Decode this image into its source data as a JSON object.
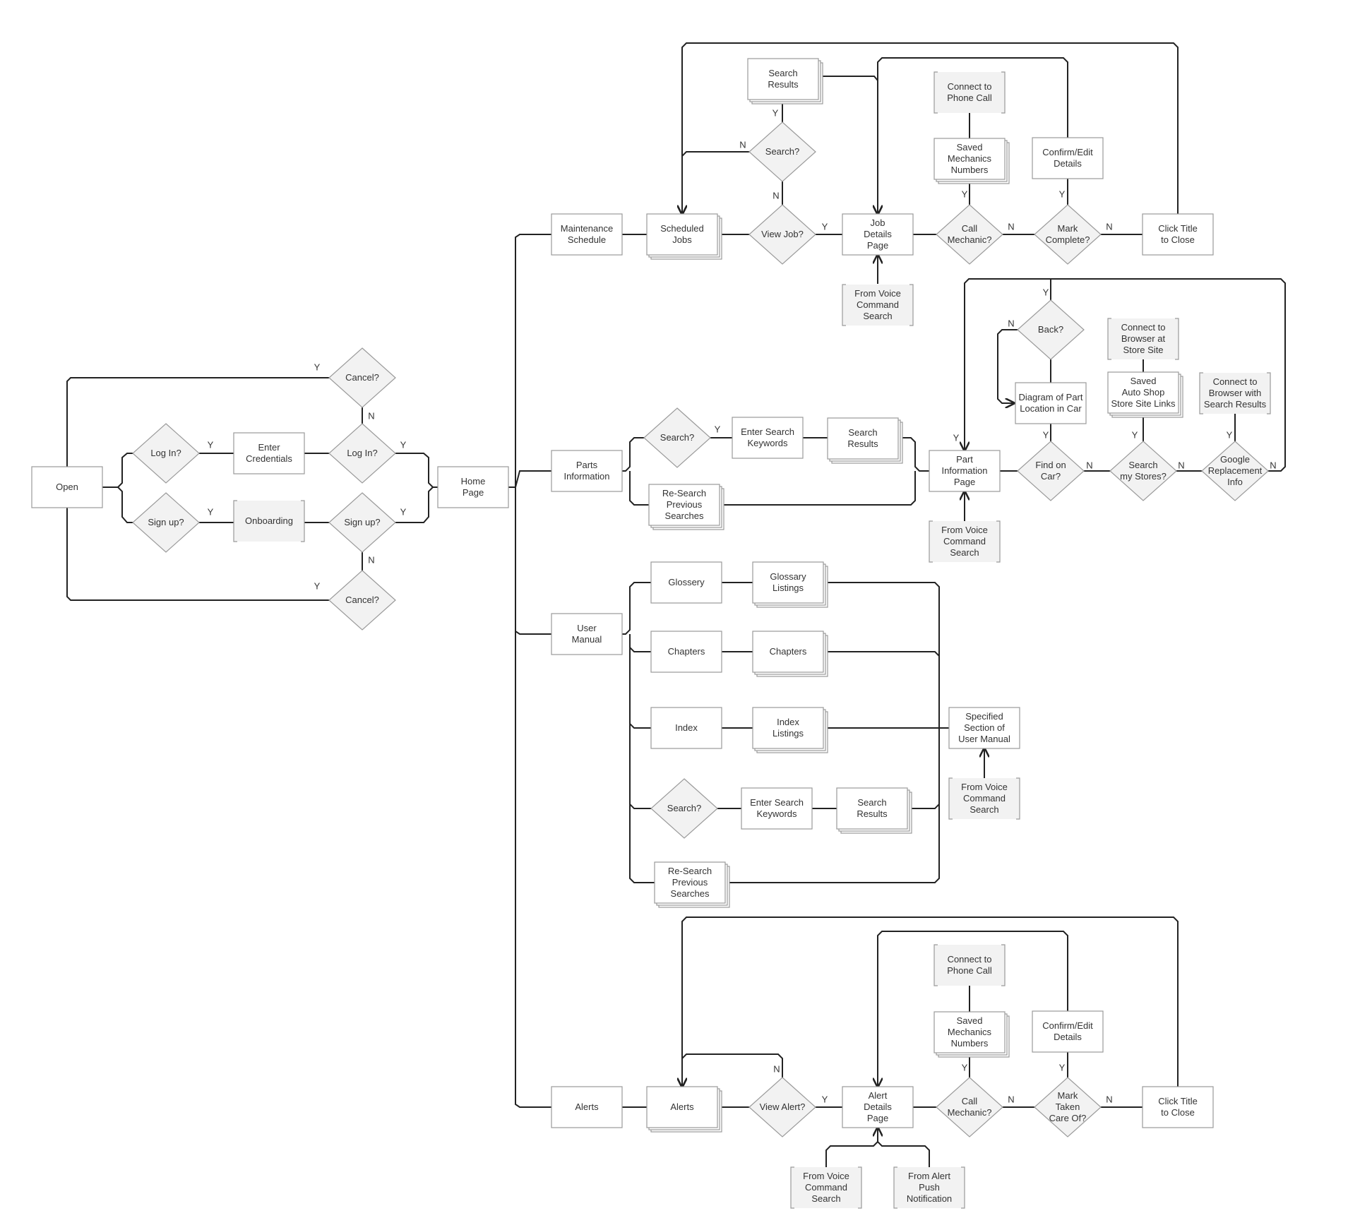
{
  "colors": {
    "node_fill": "#ffffff",
    "decision_fill": "#f2f2f2",
    "external_fill": "#f2f2f2",
    "node_stroke": "#9a9a9a",
    "line": "#222222",
    "text": "#333333"
  },
  "nodes": [
    {
      "id": "open",
      "shape": "process",
      "text": "Open"
    },
    {
      "id": "login_q",
      "shape": "decision",
      "text": "Log In?"
    },
    {
      "id": "signup_q",
      "shape": "decision",
      "text": "Sign up?"
    },
    {
      "id": "enter_credentials",
      "shape": "process",
      "text": "Enter\nCredentials"
    },
    {
      "id": "onboarding",
      "shape": "external",
      "text": "Onboarding"
    },
    {
      "id": "login_confirm",
      "shape": "decision",
      "text": "Log In?"
    },
    {
      "id": "signup_confirm",
      "shape": "decision",
      "text": "Sign up?"
    },
    {
      "id": "cancel_top",
      "shape": "decision",
      "text": "Cancel?"
    },
    {
      "id": "cancel_bottom",
      "shape": "decision",
      "text": "Cancel?"
    },
    {
      "id": "home",
      "shape": "process",
      "text": "Home\nPage"
    },
    {
      "id": "maint",
      "shape": "process",
      "text": "Maintenance\nSchedule"
    },
    {
      "id": "sched_jobs",
      "shape": "multi",
      "text": "Scheduled\nJobs"
    },
    {
      "id": "view_job",
      "shape": "decision",
      "text": "View Job?"
    },
    {
      "id": "search_q1",
      "shape": "decision",
      "text": "Search?"
    },
    {
      "id": "search_results1",
      "shape": "multi",
      "text": "Search\nResults"
    },
    {
      "id": "job_details",
      "shape": "process",
      "text": "Job\nDetails\nPage"
    },
    {
      "id": "voice1",
      "shape": "external",
      "text": "From Voice\nCommand\nSearch"
    },
    {
      "id": "call_mech1",
      "shape": "decision",
      "text": "Call\nMechanic?"
    },
    {
      "id": "saved_mech1",
      "shape": "multi",
      "text": "Saved\nMechanics\nNumbers"
    },
    {
      "id": "phone1",
      "shape": "external",
      "text": "Connect to\nPhone Call"
    },
    {
      "id": "mark_complete",
      "shape": "decision",
      "text": "Mark\nComplete?"
    },
    {
      "id": "confirm1",
      "shape": "process",
      "text": "Confirm/Edit\nDetails"
    },
    {
      "id": "close1",
      "shape": "process",
      "text": "Click Title\nto Close"
    },
    {
      "id": "parts",
      "shape": "process",
      "text": "Parts\nInformation"
    },
    {
      "id": "search_q2",
      "shape": "decision",
      "text": "Search?"
    },
    {
      "id": "enter_kw2",
      "shape": "process",
      "text": "Enter Search\nKeywords"
    },
    {
      "id": "search_results2",
      "shape": "multi",
      "text": "Search\nResults"
    },
    {
      "id": "research2",
      "shape": "multi",
      "text": "Re-Search\nPrevious\nSearches"
    },
    {
      "id": "part_info",
      "shape": "process",
      "text": "Part\nInformation\nPage"
    },
    {
      "id": "voice2",
      "shape": "external",
      "text": "From Voice\nCommand\nSearch"
    },
    {
      "id": "find_car",
      "shape": "decision",
      "text": "Find on\nCar?"
    },
    {
      "id": "diagram_part",
      "shape": "process",
      "text": "Diagram of Part\nLocation in Car"
    },
    {
      "id": "back_q",
      "shape": "decision",
      "text": "Back?"
    },
    {
      "id": "search_stores",
      "shape": "decision",
      "text": "Search\nmy Stores?"
    },
    {
      "id": "saved_shop",
      "shape": "multi",
      "text": "Saved\nAuto Shop\nStore Site Links"
    },
    {
      "id": "browser_store",
      "shape": "external",
      "text": "Connect to\nBrowser at\nStore Site"
    },
    {
      "id": "google_repl",
      "shape": "decision",
      "text": "Google\nReplacement\nInfo"
    },
    {
      "id": "browser_search",
      "shape": "external",
      "text": "Connect to\nBrowser with\nSearch Results"
    },
    {
      "id": "manual",
      "shape": "process",
      "text": "User\nManual"
    },
    {
      "id": "glossery",
      "shape": "process",
      "text": "Glossery"
    },
    {
      "id": "glossary_list",
      "shape": "multi",
      "text": "Glossary\nListings"
    },
    {
      "id": "chapters",
      "shape": "process",
      "text": "Chapters"
    },
    {
      "id": "chapters_list",
      "shape": "multi",
      "text": "Chapters"
    },
    {
      "id": "index",
      "shape": "process",
      "text": "Index"
    },
    {
      "id": "index_list",
      "shape": "multi",
      "text": "Index\nListings"
    },
    {
      "id": "search_q3",
      "shape": "decision",
      "text": "Search?"
    },
    {
      "id": "enter_kw3",
      "shape": "process",
      "text": "Enter Search\nKeywords"
    },
    {
      "id": "search_results3",
      "shape": "multi",
      "text": "Search\nResults"
    },
    {
      "id": "research3",
      "shape": "multi",
      "text": "Re-Search\nPrevious\nSearches"
    },
    {
      "id": "specified",
      "shape": "process",
      "text": "Specified\nSection of\nUser Manual"
    },
    {
      "id": "voice3",
      "shape": "external",
      "text": "From Voice\nCommand\nSearch"
    },
    {
      "id": "alerts",
      "shape": "process",
      "text": "Alerts"
    },
    {
      "id": "alerts_list",
      "shape": "multi",
      "text": "Alerts"
    },
    {
      "id": "view_alert",
      "shape": "decision",
      "text": "View Alert?"
    },
    {
      "id": "alert_details",
      "shape": "process",
      "text": "Alert\nDetails\nPage"
    },
    {
      "id": "voice4",
      "shape": "external",
      "text": "From Voice\nCommand\nSearch"
    },
    {
      "id": "push",
      "shape": "external",
      "text": "From Alert\nPush\nNotification"
    },
    {
      "id": "call_mech2",
      "shape": "decision",
      "text": "Call\nMechanic?"
    },
    {
      "id": "saved_mech2",
      "shape": "multi",
      "text": "Saved\nMechanics\nNumbers"
    },
    {
      "id": "phone2",
      "shape": "external",
      "text": "Connect to\nPhone Call"
    },
    {
      "id": "mark_taken",
      "shape": "decision",
      "text": "Mark\nTaken\nCare Of?"
    },
    {
      "id": "confirm2",
      "shape": "process",
      "text": "Confirm/Edit\nDetails"
    },
    {
      "id": "close2",
      "shape": "process",
      "text": "Click Title\nto Close"
    }
  ],
  "edge_labels": [
    {
      "id": "cancel_top_y",
      "text": "Y"
    },
    {
      "id": "cancel_top_n",
      "text": "N"
    },
    {
      "id": "login_y",
      "text": "Y"
    },
    {
      "id": "login_confirm_y",
      "text": "Y"
    },
    {
      "id": "signup_y",
      "text": "Y"
    },
    {
      "id": "signup_confirm_y",
      "text": "Y"
    },
    {
      "id": "cancel_bottom_n",
      "text": "N"
    },
    {
      "id": "cancel_bottom_y",
      "text": "Y"
    },
    {
      "id": "search1_y",
      "text": "Y"
    },
    {
      "id": "search1_n_left",
      "text": "N"
    },
    {
      "id": "search1_n_down",
      "text": "N"
    },
    {
      "id": "view_job_y",
      "text": "Y"
    },
    {
      "id": "saved_mech1_y",
      "text": "Y"
    },
    {
      "id": "call_mech1_n",
      "text": "N"
    },
    {
      "id": "confirm1_y",
      "text": "Y"
    },
    {
      "id": "mark_complete_n",
      "text": "N"
    },
    {
      "id": "back_y",
      "text": "Y"
    },
    {
      "id": "back_n",
      "text": "N"
    },
    {
      "id": "search2_y",
      "text": "Y"
    },
    {
      "id": "part_info_y",
      "text": "Y"
    },
    {
      "id": "find_car_y",
      "text": "Y"
    },
    {
      "id": "find_car_n",
      "text": "N"
    },
    {
      "id": "stores_y",
      "text": "Y"
    },
    {
      "id": "stores_n",
      "text": "N"
    },
    {
      "id": "google_y",
      "text": "Y"
    },
    {
      "id": "google_n",
      "text": "N"
    },
    {
      "id": "view_alert_n",
      "text": "N"
    },
    {
      "id": "view_alert_y",
      "text": "Y"
    },
    {
      "id": "saved_mech2_y",
      "text": "Y"
    },
    {
      "id": "call_mech2_n",
      "text": "N"
    },
    {
      "id": "confirm2_y",
      "text": "Y"
    },
    {
      "id": "mark_taken_n",
      "text": "N"
    }
  ]
}
